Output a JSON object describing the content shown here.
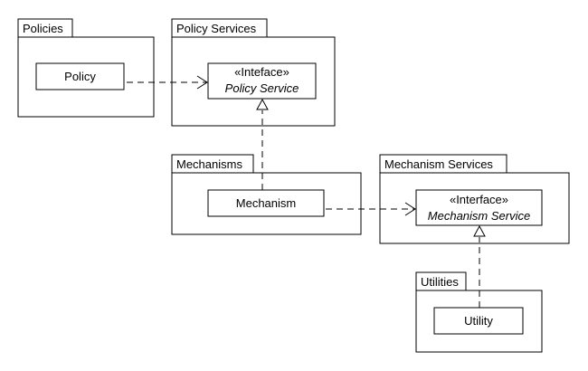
{
  "packages": {
    "policies": {
      "label": "Policies"
    },
    "policy_services": {
      "label": "Policy Services"
    },
    "mechanisms": {
      "label": "Mechanisms"
    },
    "mechanism_services": {
      "label": "Mechanism Services"
    },
    "utilities": {
      "label": "Utilities"
    }
  },
  "classes": {
    "policy": {
      "name": "Policy"
    },
    "policy_service": {
      "stereotype": "«Inteface»",
      "name": "Policy Service"
    },
    "mechanism": {
      "name": "Mechanism"
    },
    "mechanism_service": {
      "stereotype": "«Interface»",
      "name": "Mechanism Service"
    },
    "utility": {
      "name": "Utility"
    }
  },
  "relationships": [
    {
      "type": "dependency",
      "from": "Policy",
      "to": "Policy Service"
    },
    {
      "type": "realization",
      "from": "Mechanism",
      "to": "Policy Service"
    },
    {
      "type": "dependency",
      "from": "Mechanism",
      "to": "Mechanism Service"
    },
    {
      "type": "realization",
      "from": "Utility",
      "to": "Mechanism Service"
    }
  ]
}
